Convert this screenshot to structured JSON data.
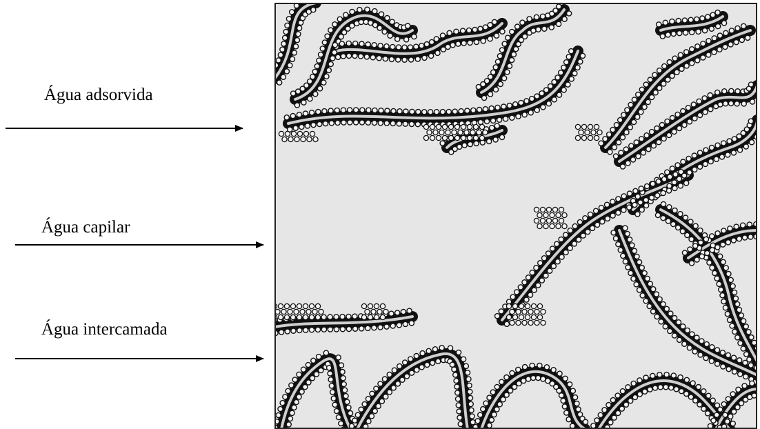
{
  "labels": [
    {
      "id": "adsorbed",
      "text": "Água adsorvida"
    },
    {
      "id": "capillary",
      "text": "Água capilar"
    },
    {
      "id": "interlayer",
      "text": "Água intercamada"
    }
  ],
  "colors": {
    "pore_background": "#e6e6e6",
    "layer_outline": "#111111",
    "particle_fill": "#f4f4f4",
    "interlayer_water": "#cfcfcf",
    "arrow": "#000000"
  }
}
